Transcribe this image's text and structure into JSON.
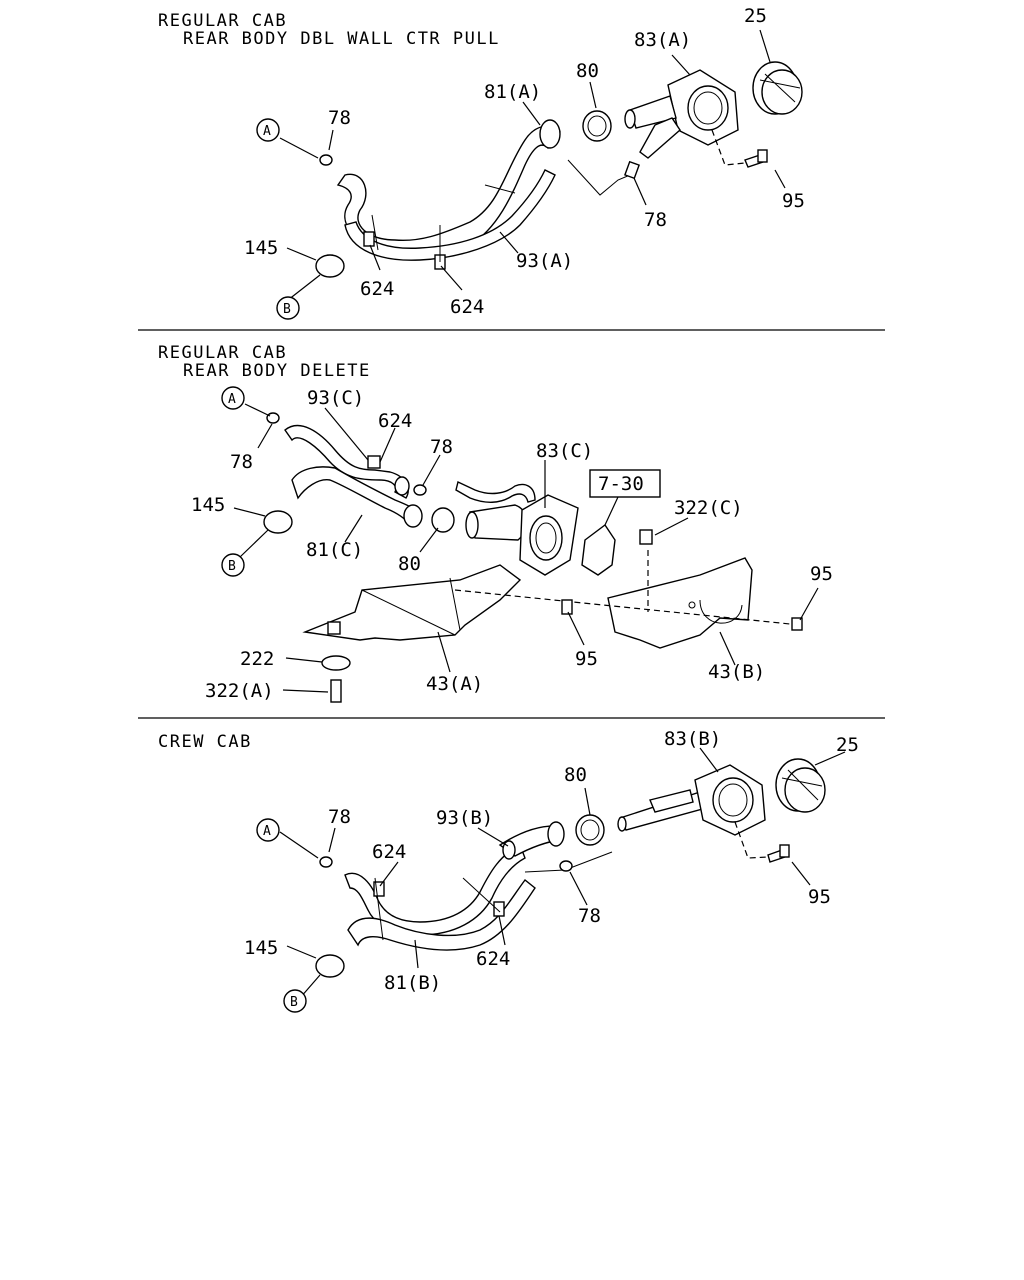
{
  "sections": [
    {
      "heading_line1": "REGULAR CAB",
      "heading_line2": "REAR BODY DBL WALL CTR PULL",
      "callouts": [
        "25",
        "83(A)",
        "80",
        "81(A)",
        "78",
        "78",
        "95",
        "145",
        "624",
        "624",
        "93(A)"
      ],
      "markers": [
        "A",
        "B"
      ]
    },
    {
      "heading_line1": "REGULAR CAB",
      "heading_line2": "REAR BODY DELETE",
      "ref_box": "7-30",
      "callouts": [
        "93(C)",
        "624",
        "78",
        "78",
        "83(C)",
        "322(C)",
        "145",
        "81(C)",
        "80",
        "95",
        "95",
        "222",
        "322(A)",
        "43(A)",
        "43(B)"
      ],
      "markers": [
        "A",
        "B"
      ]
    },
    {
      "heading_line1": "CREW CAB",
      "callouts": [
        "83(B)",
        "25",
        "80",
        "78",
        "93(B)",
        "624",
        "95",
        "78",
        "145",
        "81(B)",
        "624"
      ],
      "markers": [
        "A",
        "B"
      ]
    }
  ]
}
